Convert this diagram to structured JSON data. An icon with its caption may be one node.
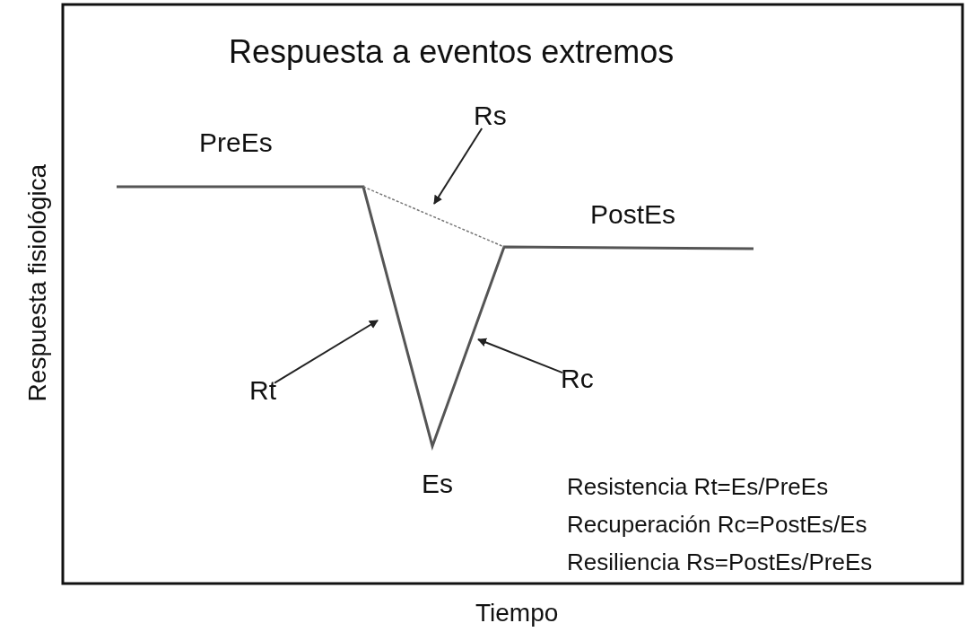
{
  "diagram": {
    "title": "Respuesta a eventos extremos",
    "nodes": [
      {
        "text": [
          "Rs"
        ]
      },
      {
        "text": [
          "Rt"
        ]
      },
      {
        "text": [
          "Rc"
        ]
      }
    ],
    "edges": [
      {
        "from": 0,
        "to": null,
        "arrow": "to"
      },
      {
        "from": 1,
        "to": null,
        "arrow": "to"
      },
      {
        "from": 2,
        "to": null,
        "arrow": "to"
      }
    ],
    "labels": [
      "PreEs",
      "PostEs",
      "Es",
      "Resistencia Rt=Es/PreEs",
      "Recuperación Rc=PostEs/Es",
      "Resiliencia Rs=PostEs/PreEs",
      "Respuesta fisiológica",
      "Tiempo"
    ]
  }
}
